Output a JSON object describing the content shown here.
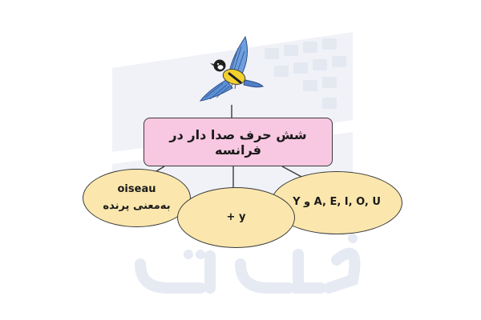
{
  "diagram": {
    "title": "شش حرف صدا دار در فرانسه",
    "nodes": {
      "left": {
        "word": "oiseau",
        "meaning": "به‌معنی پرنده"
      },
      "middle": {
        "text": "+ y"
      },
      "right": {
        "text": "A, E, I, O, U و Y"
      }
    },
    "bird_icon": "flying-bird-icon",
    "watermark_logo": "faradars-logo",
    "colors": {
      "title_fill": "#f8c8e2",
      "ellipse_fill": "#fbe7ad",
      "outline": "#3a3a3a",
      "watermark": "#eaeef5",
      "bird_wing": "#5a8fd6",
      "bird_belly": "#f2d12e"
    }
  }
}
